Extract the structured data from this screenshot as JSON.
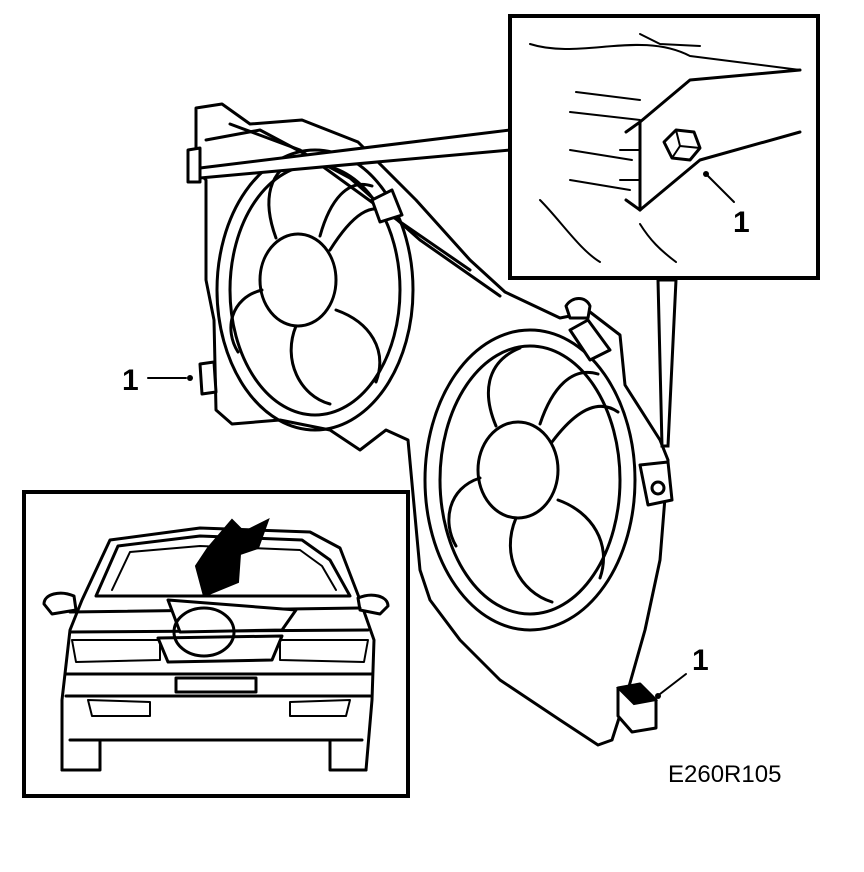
{
  "figure": {
    "code": "E260R105",
    "callouts": {
      "left": "1",
      "detail": "1",
      "bottom_right": "1"
    },
    "icons": [
      "fan-shroud-assembly",
      "cooling-fan-left",
      "cooling-fan-right",
      "bolt-detail-inset",
      "car-front-locator-inset",
      "locator-arrow"
    ]
  }
}
